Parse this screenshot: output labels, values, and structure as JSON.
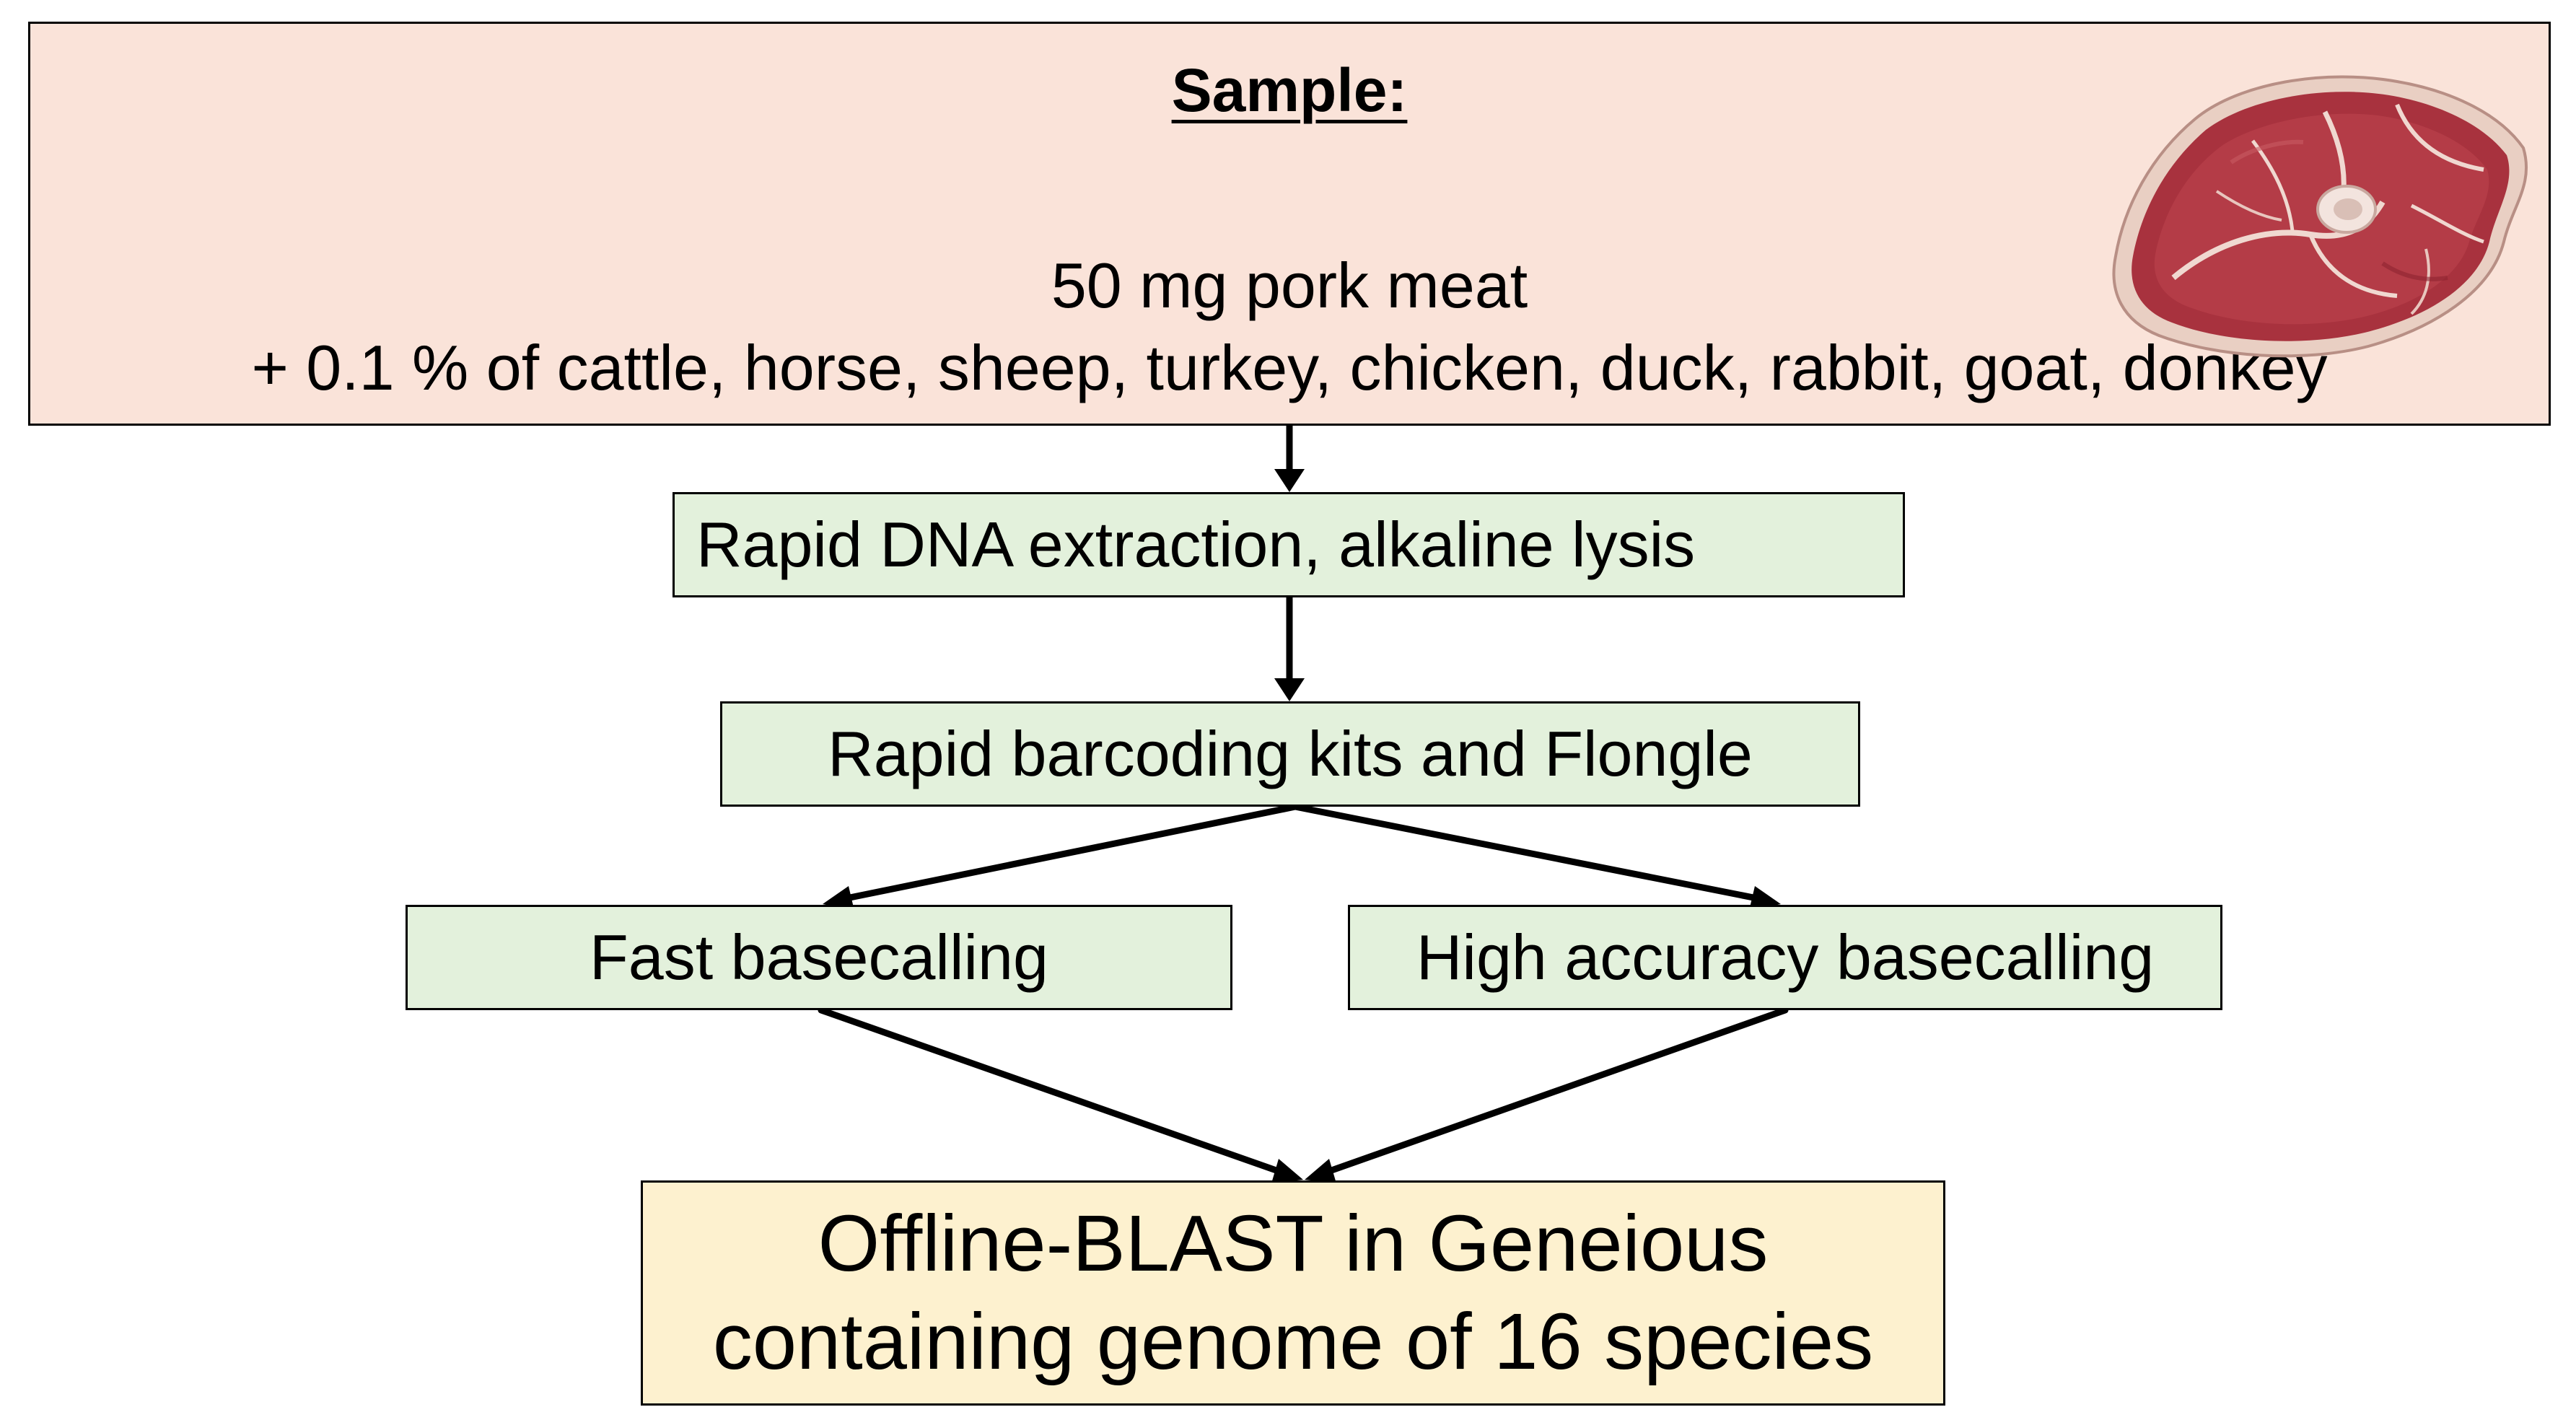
{
  "diagram": {
    "sample": {
      "title": "Sample:",
      "line1": "50 mg pork meat",
      "line2": "+ 0.1 % of cattle, horse, sheep, turkey, chicken, duck, rabbit, goat, donkey"
    },
    "steps": {
      "extraction": "Rapid DNA extraction, alkaline lysis",
      "barcoding": "Rapid barcoding kits and Flongle",
      "fast_basecalling": "Fast basecalling",
      "hac_basecalling": "High accuracy basecalling",
      "blast_line1": "Offline-BLAST in Geneious",
      "blast_line2": "containing genome of 16 species"
    },
    "colors": {
      "sample_fill": "#fae3d9",
      "step_fill": "#e3f1dc",
      "result_fill": "#fdf1cf",
      "stroke": "#000000"
    },
    "icons": {
      "meat": "meat-steak-icon"
    }
  }
}
